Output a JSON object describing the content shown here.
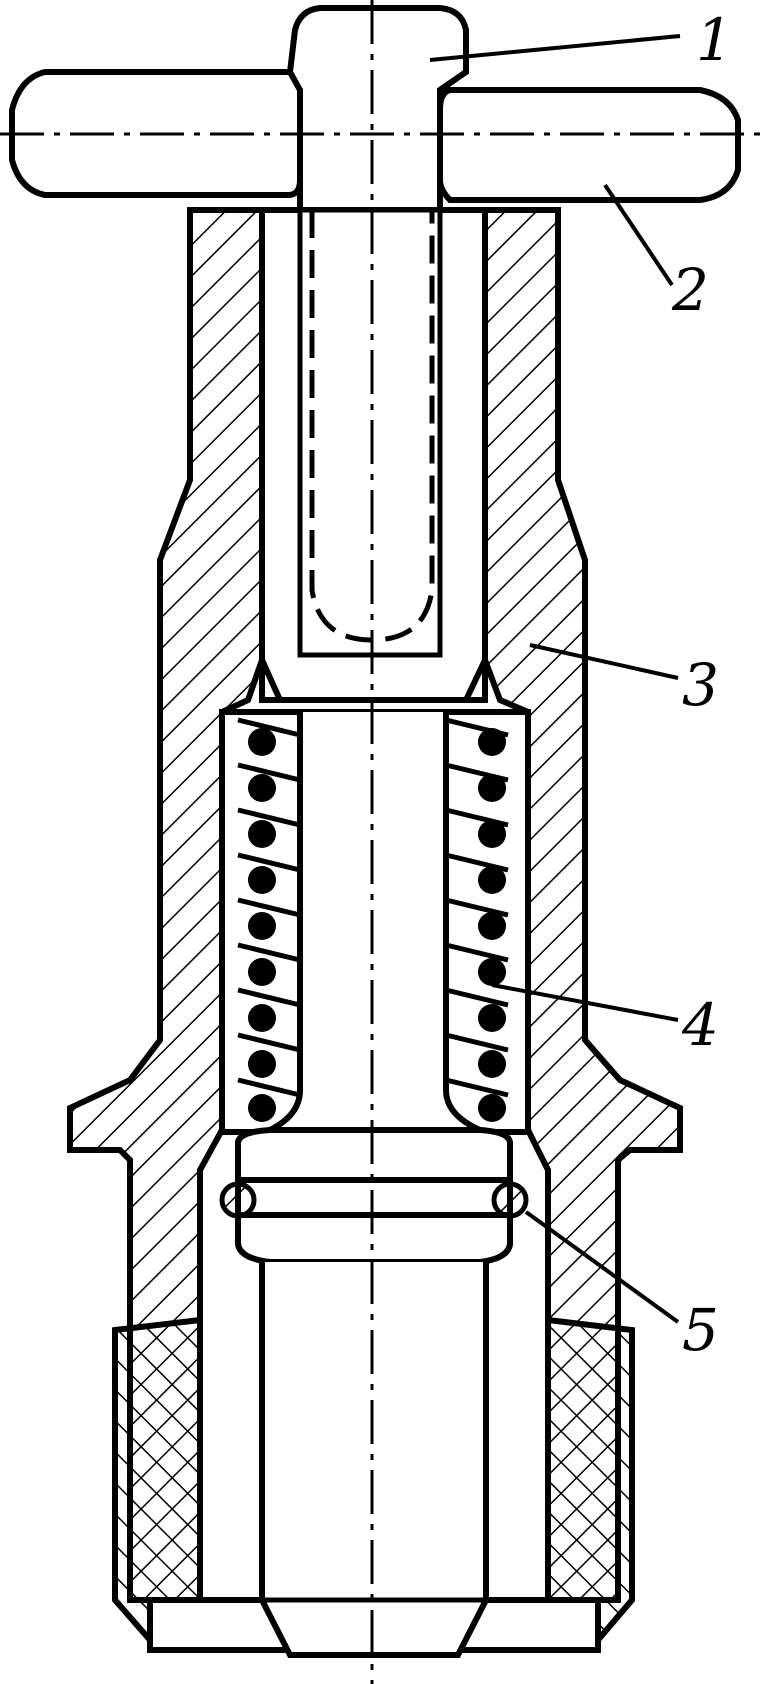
{
  "labels": [
    {
      "id": "1",
      "text": "1",
      "part": "plunger-pin"
    },
    {
      "id": "2",
      "text": "2",
      "part": "t-handle"
    },
    {
      "id": "3",
      "text": "3",
      "part": "housing-body"
    },
    {
      "id": "4",
      "text": "4",
      "part": "compression-spring"
    },
    {
      "id": "5",
      "text": "5",
      "part": "retaining-ring"
    }
  ],
  "style": {
    "line_color": "#000000",
    "background": "#ffffff"
  }
}
